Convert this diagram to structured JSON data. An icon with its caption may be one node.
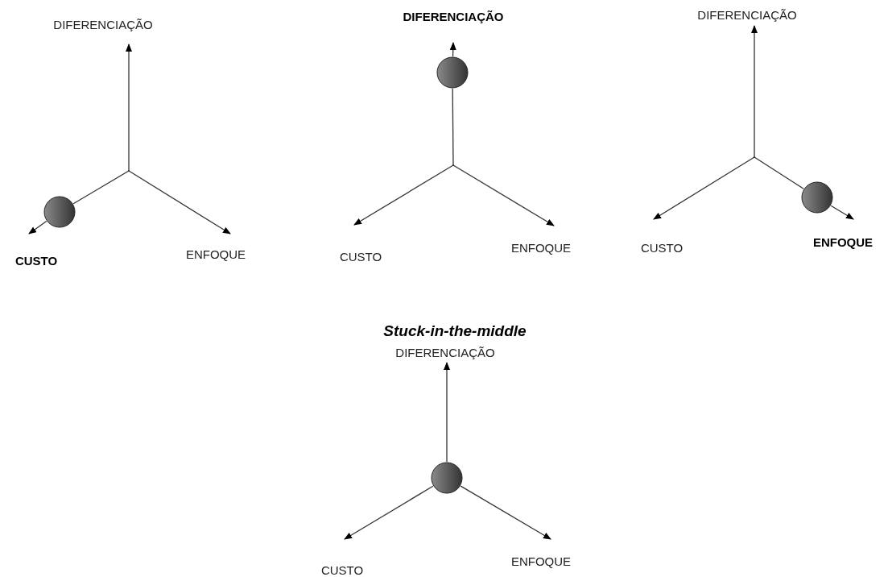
{
  "diagram": {
    "nodes": [
      {
        "text": [
          "DIFERENCIAÇÃO"
        ]
      },
      {
        "text": [],
        "shape": "circle"
      },
      {
        "text": [
          "CUSTO"
        ]
      },
      {
        "text": [
          "ENFOQUE"
        ]
      },
      {
        "text": [
          "DIFERENCIAÇÃO"
        ]
      },
      {
        "text": [],
        "shape": "circle"
      },
      {
        "text": [
          "CUSTO"
        ]
      },
      {
        "text": [
          "ENFOQUE"
        ]
      },
      {
        "text": [
          "DIFERENCIAÇÃO"
        ]
      },
      {
        "text": [],
        "shape": "circle"
      },
      {
        "text": [
          "CUSTO"
        ]
      },
      {
        "text": [
          "ENFOQUE"
        ]
      },
      {
        "text": [
          "DIFERENCIAÇÃO"
        ]
      },
      {
        "text": [],
        "shape": "circle"
      },
      {
        "text": [
          "CUSTO"
        ]
      },
      {
        "text": [
          "ENFOQUE"
        ]
      },
      {
        "text": [],
        "shape": "point"
      },
      {
        "text": [],
        "shape": "point"
      },
      {
        "text": [],
        "shape": "point"
      }
    ],
    "edges": [
      {
        "from": 16,
        "to": 0,
        "arrow": "to"
      },
      {
        "from": 16,
        "to": 1,
        "arrow": "none"
      },
      {
        "from": 1,
        "to": 2,
        "arrow": "to"
      },
      {
        "from": 16,
        "to": 3,
        "arrow": "to"
      },
      {
        "from": 17,
        "to": 5,
        "arrow": "none"
      },
      {
        "from": 5,
        "to": 4,
        "arrow": "to"
      },
      {
        "from": 17,
        "to": 6,
        "arrow": "to"
      },
      {
        "from": 17,
        "to": 7,
        "arrow": "to"
      },
      {
        "from": 18,
        "to": 8,
        "arrow": "to"
      },
      {
        "from": 18,
        "to": 10,
        "arrow": "to"
      },
      {
        "from": 18,
        "to": 9,
        "arrow": "none"
      },
      {
        "from": 9,
        "to": 11,
        "arrow": "to"
      },
      {
        "from": 13,
        "to": 12,
        "arrow": "to"
      },
      {
        "from": 13,
        "to": 14,
        "arrow": "to"
      },
      {
        "from": 13,
        "to": 15,
        "arrow": "to"
      }
    ],
    "labels": [
      "Stuck-in-the-middle"
    ]
  }
}
